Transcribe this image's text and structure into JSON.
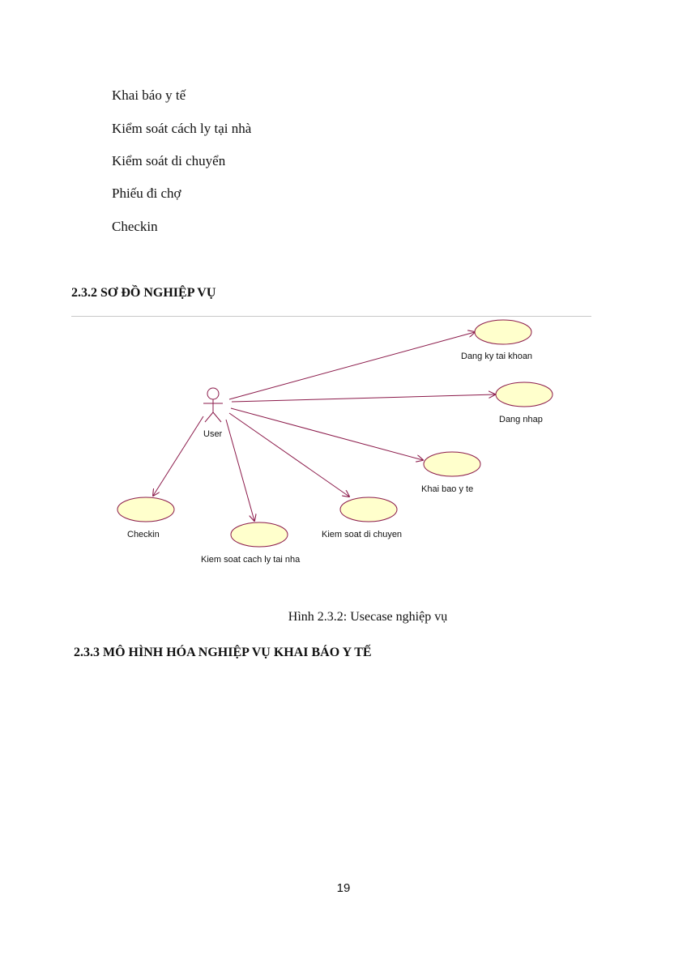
{
  "list": [
    "Khai báo y tế",
    "Kiểm soát cách ly tại nhà",
    "Kiểm soát di chuyển",
    "Phiếu đi chợ",
    "Checkin"
  ],
  "section_232": "2.3.2 SƠ ĐỒ NGHIỆP VỤ",
  "diagram": {
    "actor": "User",
    "usecases": [
      "Dang ky tai khoan",
      "Dang nhap",
      "Khai bao y te",
      "Checkin",
      "Kiem soat cach ly tai nha",
      "Kiem soat di chuyen"
    ],
    "colors": {
      "usecase_fill": "#ffffcc",
      "usecase_stroke": "#8b1a4a",
      "association": "#8b1a4a"
    }
  },
  "caption": "Hình 2.3.2: Usecase nghiệp vụ",
  "section_233": "2.3.3 MÔ HÌNH HÓA NGHIỆP VỤ KHAI BÁO Y TẾ",
  "page_number": "19"
}
